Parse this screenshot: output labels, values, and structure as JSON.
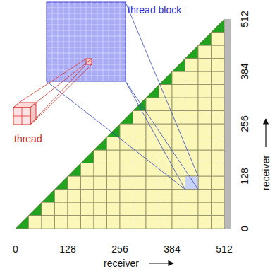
{
  "diagram": {
    "labels": [
      "thread block",
      "thread",
      "0",
      "128",
      "256",
      "384",
      "512",
      "receiver",
      "0",
      "128",
      "256",
      "384",
      "512",
      "receiver"
    ]
  }
}
